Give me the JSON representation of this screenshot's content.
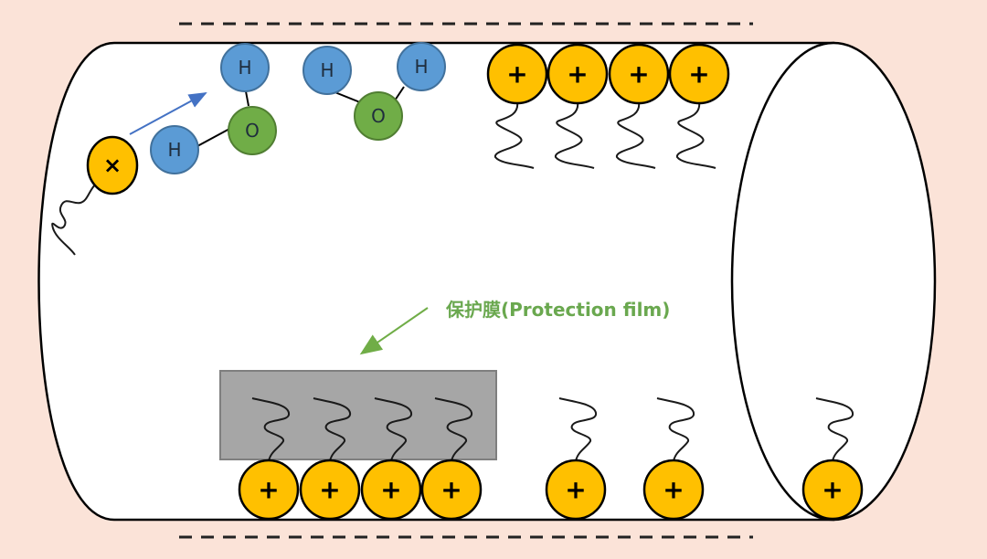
{
  "colors": {
    "background": "#fbe3d8",
    "cation": "#ffc000",
    "hydrogen": "#5b9bd5",
    "oxygen": "#70ad47",
    "film": "#a6a6a6",
    "label": "#6aa84f",
    "approach_arrow": "#4472c4"
  },
  "labels": {
    "film": "保护膜(Protection film)",
    "hydrogen": "H",
    "oxygen": "O",
    "cation_sign": "+",
    "incoming_sign": "×"
  }
}
